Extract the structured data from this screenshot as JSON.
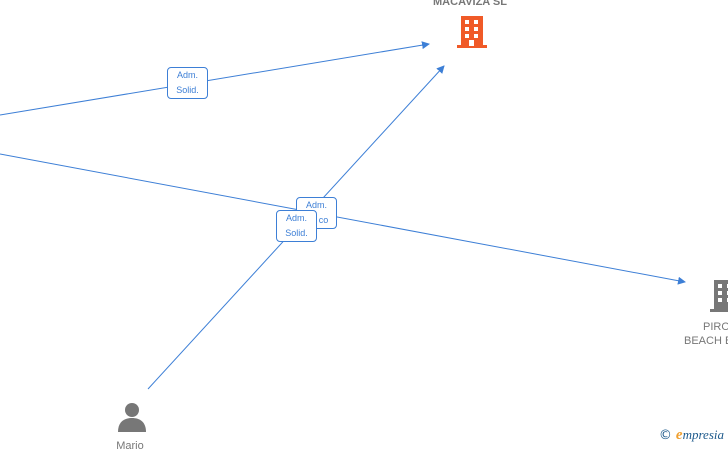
{
  "nodes": {
    "macaviza": {
      "name": "MACAVIZA  SL",
      "icon": "building-icon",
      "color": "#f05a28"
    },
    "piro": {
      "name_line1": "PIRO",
      "name_line2": "BEACH B",
      "icon": "building-icon",
      "color": "#777777"
    },
    "mario": {
      "name": "Mario",
      "icon": "person-icon",
      "color": "#777777"
    }
  },
  "relations": [
    {
      "line1": "Adm.",
      "line2": "Solid."
    },
    {
      "line1": "Adm.",
      "line2": "co"
    },
    {
      "line1": "Adm.",
      "line2": "Solid."
    }
  ],
  "edge_color": "#3d7fd6",
  "watermark": {
    "symbol": "©",
    "brand_initial": "e",
    "brand_rest": "mpresia"
  }
}
